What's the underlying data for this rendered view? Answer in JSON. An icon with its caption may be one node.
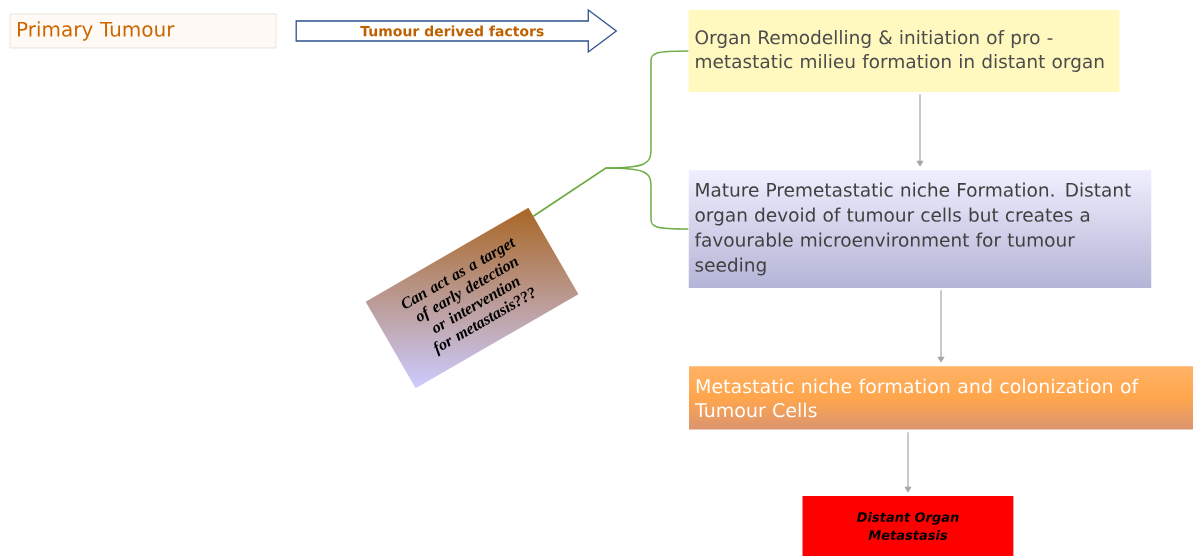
{
  "diagram": {
    "nodes": [
      {
        "text": [
          "Primary Tumour"
        ]
      },
      {
        "text": [
          "Organ Remodelling & initiation of pro - metastatic milieu formation in distant organ"
        ]
      },
      {
        "text": [
          "Mature Premetastatic niche Formation. Distant organ devoid of tumour cells but creates a favourable microenvironment for tumour seeding"
        ]
      },
      {
        "text": [
          "Metastatic niche formation and colonization of Tumour Cells"
        ]
      },
      {
        "text": [
          "Distant Organ Metastasis"
        ]
      },
      {
        "text": [
          "Can act as a target of early detection or intervention for metastasis???"
        ]
      }
    ],
    "edges": [
      {
        "from": 0,
        "to": 1,
        "arrow": "to",
        "label": "Tumour derived factors",
        "style": "thick",
        "color": "#2f528f"
      },
      {
        "from": 1,
        "to": 2,
        "arrow": "to"
      },
      {
        "from": 2,
        "to": 3,
        "arrow": "to"
      },
      {
        "from": 3,
        "to": 4,
        "arrow": "to"
      },
      {
        "from": 5,
        "to": 1,
        "arrow": "none",
        "color": "#70ad47"
      },
      {
        "from": 5,
        "to": 2,
        "arrow": "none",
        "color": "#70ad47"
      }
    ]
  }
}
